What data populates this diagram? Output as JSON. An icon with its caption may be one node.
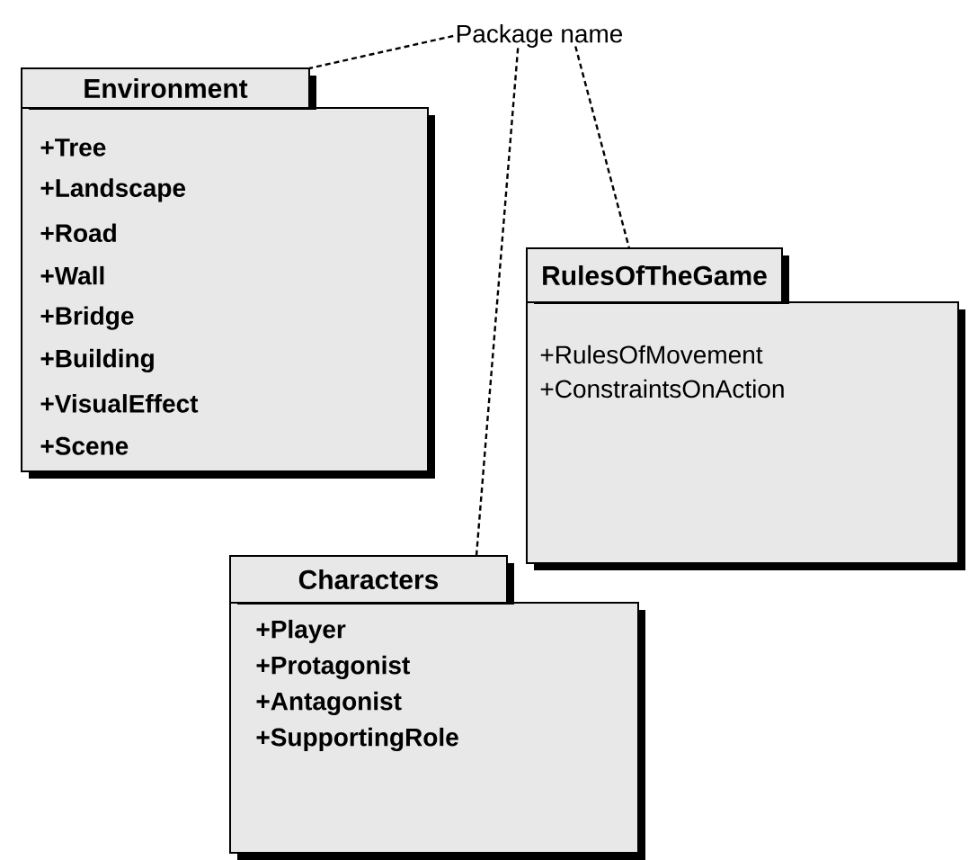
{
  "diagram": {
    "nodes": [
      {
        "text": [
          "Package name"
        ]
      },
      {
        "text": [
          "Environment",
          "+Tree",
          "+Landscape",
          "+Road",
          "+Wall",
          "+Bridge",
          "+Building",
          "+VisualEffect",
          "+Scene"
        ]
      },
      {
        "text": [
          "RulesOfTheGame",
          "+RulesOfMovement",
          "+ConstraintsOnAction"
        ]
      },
      {
        "text": [
          "Characters",
          "+Player",
          "+Protagonist",
          "+Antagonist",
          "+SupportingRole"
        ]
      }
    ],
    "edges": [
      {
        "from": 0,
        "to": 1,
        "arrow": "none",
        "style": "dashed"
      },
      {
        "from": 0,
        "to": 2,
        "arrow": "none",
        "style": "dashed"
      },
      {
        "from": 0,
        "to": 3,
        "arrow": "none",
        "style": "dashed"
      }
    ]
  }
}
